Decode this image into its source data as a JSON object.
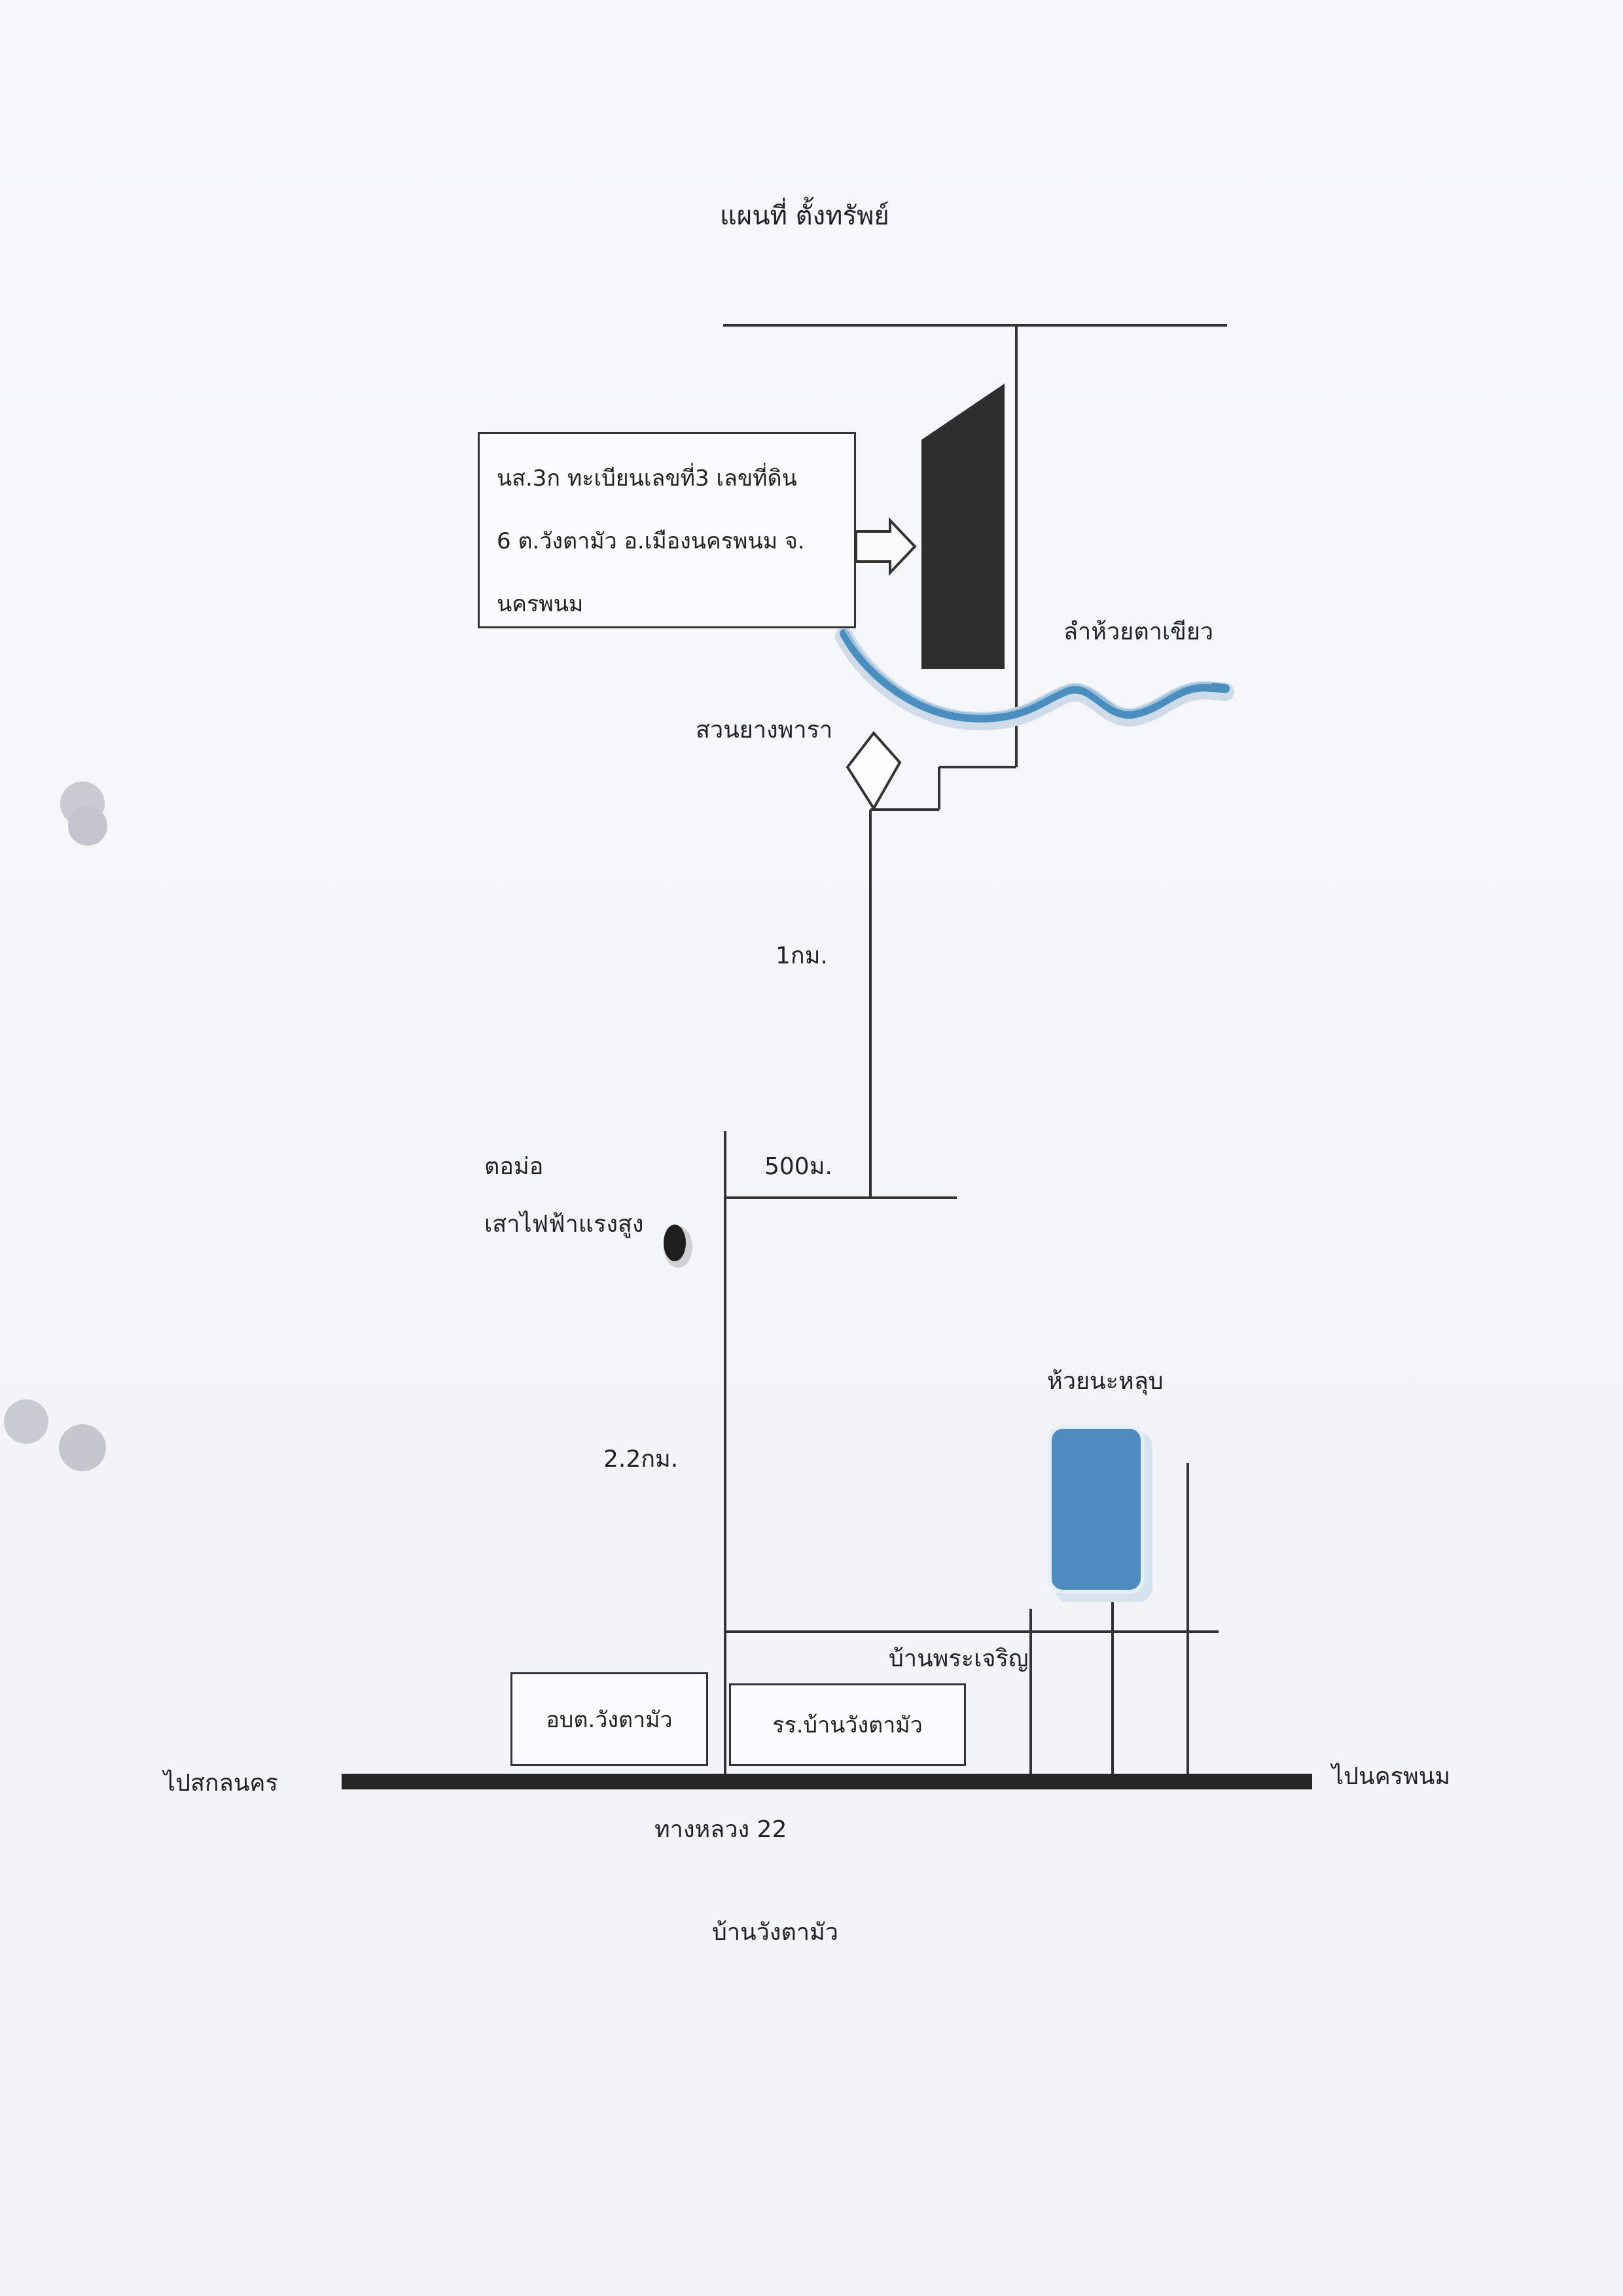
{
  "map": {
    "title": "แผนที่ ตั้งทรัพย์",
    "parcel_info": {
      "line1": "นส.3ก ทะเบียนเลขที่3 เลขที่ดิน",
      "line2": "6 ต.วังตามัว อ.เมืองนครพนม จ.",
      "line3": "นครพนม"
    },
    "stream_label": "ลำห้วยตาเขียว",
    "rubber_garden_label": "สวนยางพารา",
    "distance_1km": "1กม.",
    "distance_500m": "500ม.",
    "distance_2_2km": "2.2กม.",
    "pylon_label_line1": "ตอม่อ",
    "pylon_label_line2": "เสาไฟฟ้าแรงสูง",
    "pond_label": "ห้วยนะหลุบ",
    "village_pracharoen": "บ้านพระเจริญ",
    "sao_office_label": "อบต.วังตามัว",
    "school_label": "รร.บ้านวังตามัว",
    "to_sakon_label": "ไปสกลนคร",
    "to_nakhon_phanom_label": "ไปนครพนม",
    "highway_label": "ทางหลวง 22",
    "village_label": "บ้านวังตามัว"
  },
  "colors": {
    "water": "#4a8dbf",
    "parcel": "#2e2e2e",
    "road": "#262626"
  }
}
